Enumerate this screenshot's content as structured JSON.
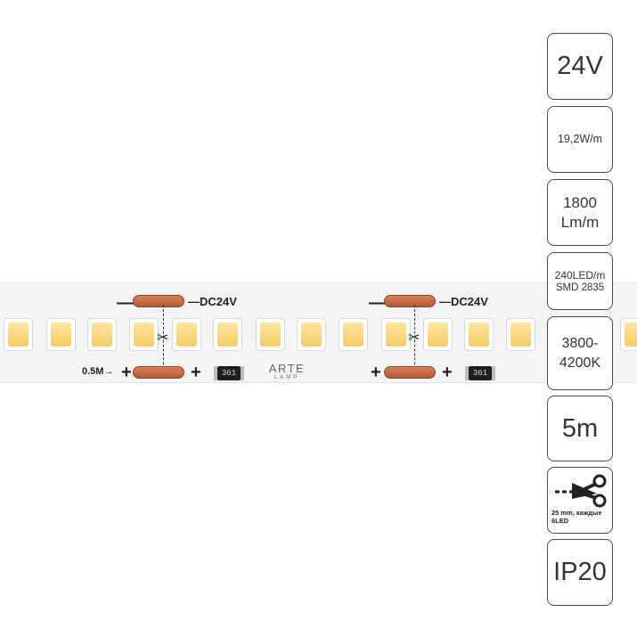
{
  "strip": {
    "voltage_label": "—DC24V",
    "minus": "—",
    "plus": "+",
    "length_marker": "0.5M→",
    "resistor_code_1": "361",
    "resistor_code_2": "361",
    "logo_text": "ARTE",
    "logo_subtext": "LAMP",
    "leds_per_cut": 6
  },
  "specs": {
    "voltage": "24V",
    "power": "19,2W/m",
    "luminous_flux_line1": "1800",
    "luminous_flux_line2": "Lm/m",
    "led_count": "240LED/m",
    "led_type": "SMD 2835",
    "color_temp_line1": "3800-",
    "color_temp_line2": "4200K",
    "length": "5m",
    "cut_info_line1": "25 mm, каждые",
    "cut_info_line2": "6LED",
    "ip_rating": "IP20"
  },
  "colors": {
    "led_warm": "#f6cb66",
    "copper_pad": "#c06a44",
    "badge_border": "#4a4a4a"
  },
  "icons": [
    "scissors-icon",
    "cut-mark-icon"
  ]
}
